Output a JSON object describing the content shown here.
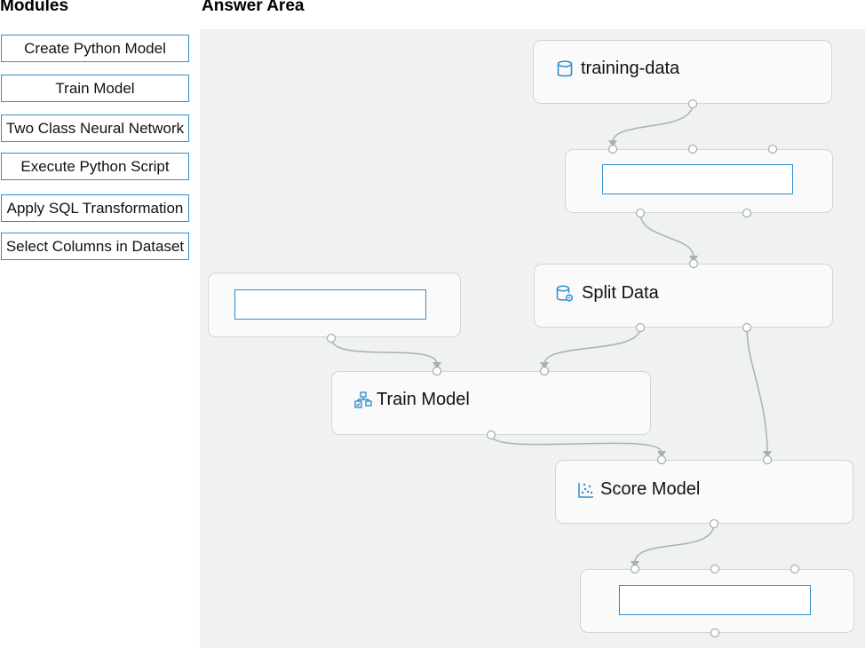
{
  "modules": {
    "heading": "Modules",
    "items": [
      {
        "label": "Create Python Model"
      },
      {
        "label": "Train Model"
      },
      {
        "label": "Two Class Neural Network"
      },
      {
        "label": "Execute Python Script"
      },
      {
        "label": "Apply SQL Transformation"
      },
      {
        "label": "Select Columns in Dataset"
      }
    ]
  },
  "answer_area": {
    "heading": "Answer Area",
    "nodes": {
      "training_data": {
        "title": "training-data",
        "icon": "database-icon"
      },
      "split_data": {
        "title": "Split Data",
        "icon": "database-gear-icon"
      },
      "train_model": {
        "title": "Train Model",
        "icon": "train-model-icon"
      },
      "score_model": {
        "title": "Score Model",
        "icon": "scatter-plot-icon"
      }
    },
    "colors": {
      "canvas": "#eff2ef",
      "node_border": "#d2d6d2",
      "slot_border": "#2f8fd0",
      "connector": "#a7b1b9"
    }
  }
}
